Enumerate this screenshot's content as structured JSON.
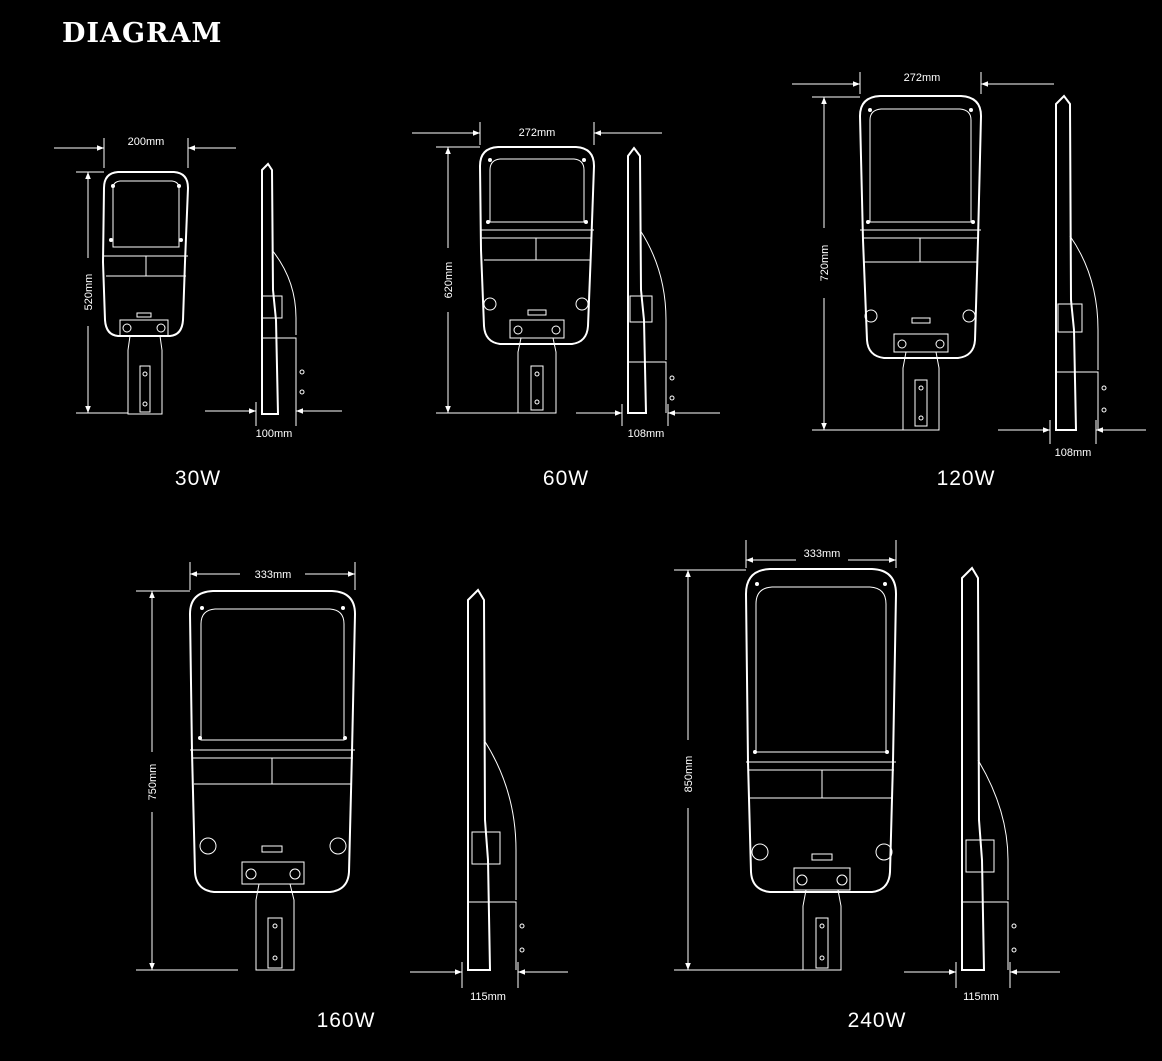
{
  "title": "DIAGRAM",
  "lamps": [
    {
      "watt": "30W",
      "width": "200mm",
      "height": "520mm",
      "depth": "100mm"
    },
    {
      "watt": "60W",
      "width": "272mm",
      "height": "620mm",
      "depth": "108mm"
    },
    {
      "watt": "120W",
      "width": "272mm",
      "height": "720mm",
      "depth": "108mm"
    },
    {
      "watt": "160W",
      "width": "333mm",
      "height": "750mm",
      "depth": "115mm"
    },
    {
      "watt": "240W",
      "width": "333mm",
      "height": "850mm",
      "depth": "115mm"
    }
  ],
  "colors": {
    "background": "#000000",
    "line": "#ffffff"
  }
}
